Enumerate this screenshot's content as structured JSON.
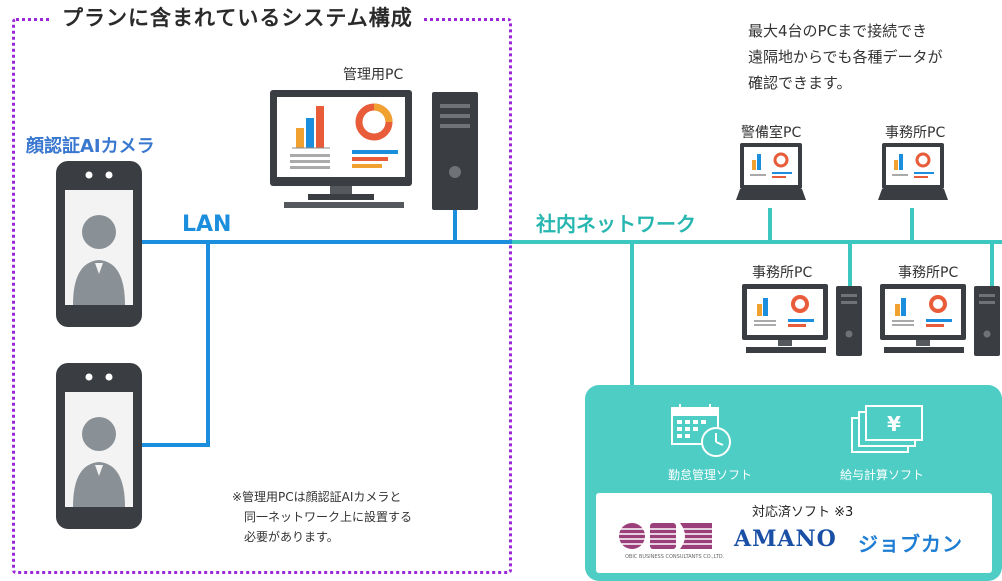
{
  "plan_title": "プランに含まれているシステム構成",
  "labels": {
    "management_pc": "管理用PC",
    "camera": "顔認証AIカメラ",
    "lan": "LAN",
    "network": "社内ネットワーク",
    "security_pc": "警備室PC",
    "office_pc_1": "事務所PC",
    "office_pc_2": "事務所PC",
    "office_pc_3": "事務所PC"
  },
  "info_lines": [
    "最大4台のPCまで接続でき",
    "遠隔地からでも各種データが",
    "確認できます。"
  ],
  "note_lines": [
    "※管理用PCは顔認証AIカメラと",
    "同一ネットワーク上に設置する",
    "必要があります。"
  ],
  "software": {
    "attendance": "勤怠管理ソフト",
    "payroll": "給与計算ソフト",
    "supported": "対応済ソフト ※3",
    "vendors": {
      "obc_sub": "OBIC BUSINESS CONSULTANTS CO.,LTD.",
      "amano": "AMANO",
      "jobcan": "ジョブカン"
    }
  },
  "colors": {
    "lan_line": "#1b8fde",
    "network_line": "#3cc8c0",
    "plan_border": "#9c27d8",
    "software_panel": "#4dcdc4",
    "camera_label": "#3a78d0"
  }
}
